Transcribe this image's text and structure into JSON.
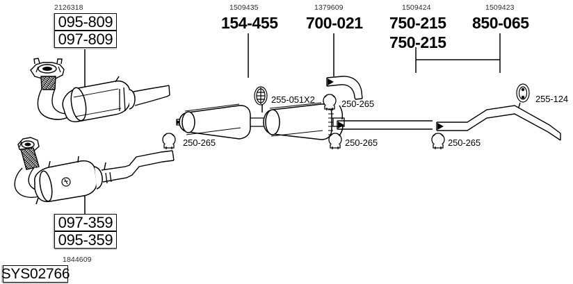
{
  "diagram": {
    "system_code": "SYS02766",
    "title_boxes": [
      {
        "id": "box-095-809",
        "label": "095-809"
      },
      {
        "id": "box-097-809",
        "label": "097-809"
      },
      {
        "id": "box-097-359",
        "label": "097-359"
      },
      {
        "id": "box-095-359",
        "label": "095-359"
      }
    ],
    "small_refs": [
      {
        "id": "ref-2126318",
        "label": "2126318"
      },
      {
        "id": "ref-1509435",
        "label": "1509435"
      },
      {
        "id": "ref-1379609",
        "label": "1379609"
      },
      {
        "id": "ref-1509424",
        "label": "1509424"
      },
      {
        "id": "ref-1509423",
        "label": "1509423"
      },
      {
        "id": "ref-1844609",
        "label": "1844609"
      }
    ],
    "part_numbers": [
      {
        "id": "num-154-455",
        "label": "154-455"
      },
      {
        "id": "num-700-021",
        "label": "700-021"
      },
      {
        "id": "num-750-215-a",
        "label": "750-215"
      },
      {
        "id": "num-750-215-b",
        "label": "750-215"
      },
      {
        "id": "num-850-065",
        "label": "850-065"
      }
    ],
    "accessory_labels": [
      {
        "id": "acc-255-051X2",
        "label": "255-051X2"
      },
      {
        "id": "acc-250-265-1",
        "label": "250-265"
      },
      {
        "id": "acc-250-265-2",
        "label": "250-265"
      },
      {
        "id": "acc-250-265-3",
        "label": "250-265"
      },
      {
        "id": "acc-250-265-4",
        "label": "250-265"
      },
      {
        "id": "acc-255-124",
        "label": "255-124"
      }
    ],
    "colors": {
      "line": "#000000",
      "fill": "#ffffff",
      "box_shadow": "#c9c9c9",
      "ref_text": "#2b2b2b"
    }
  }
}
